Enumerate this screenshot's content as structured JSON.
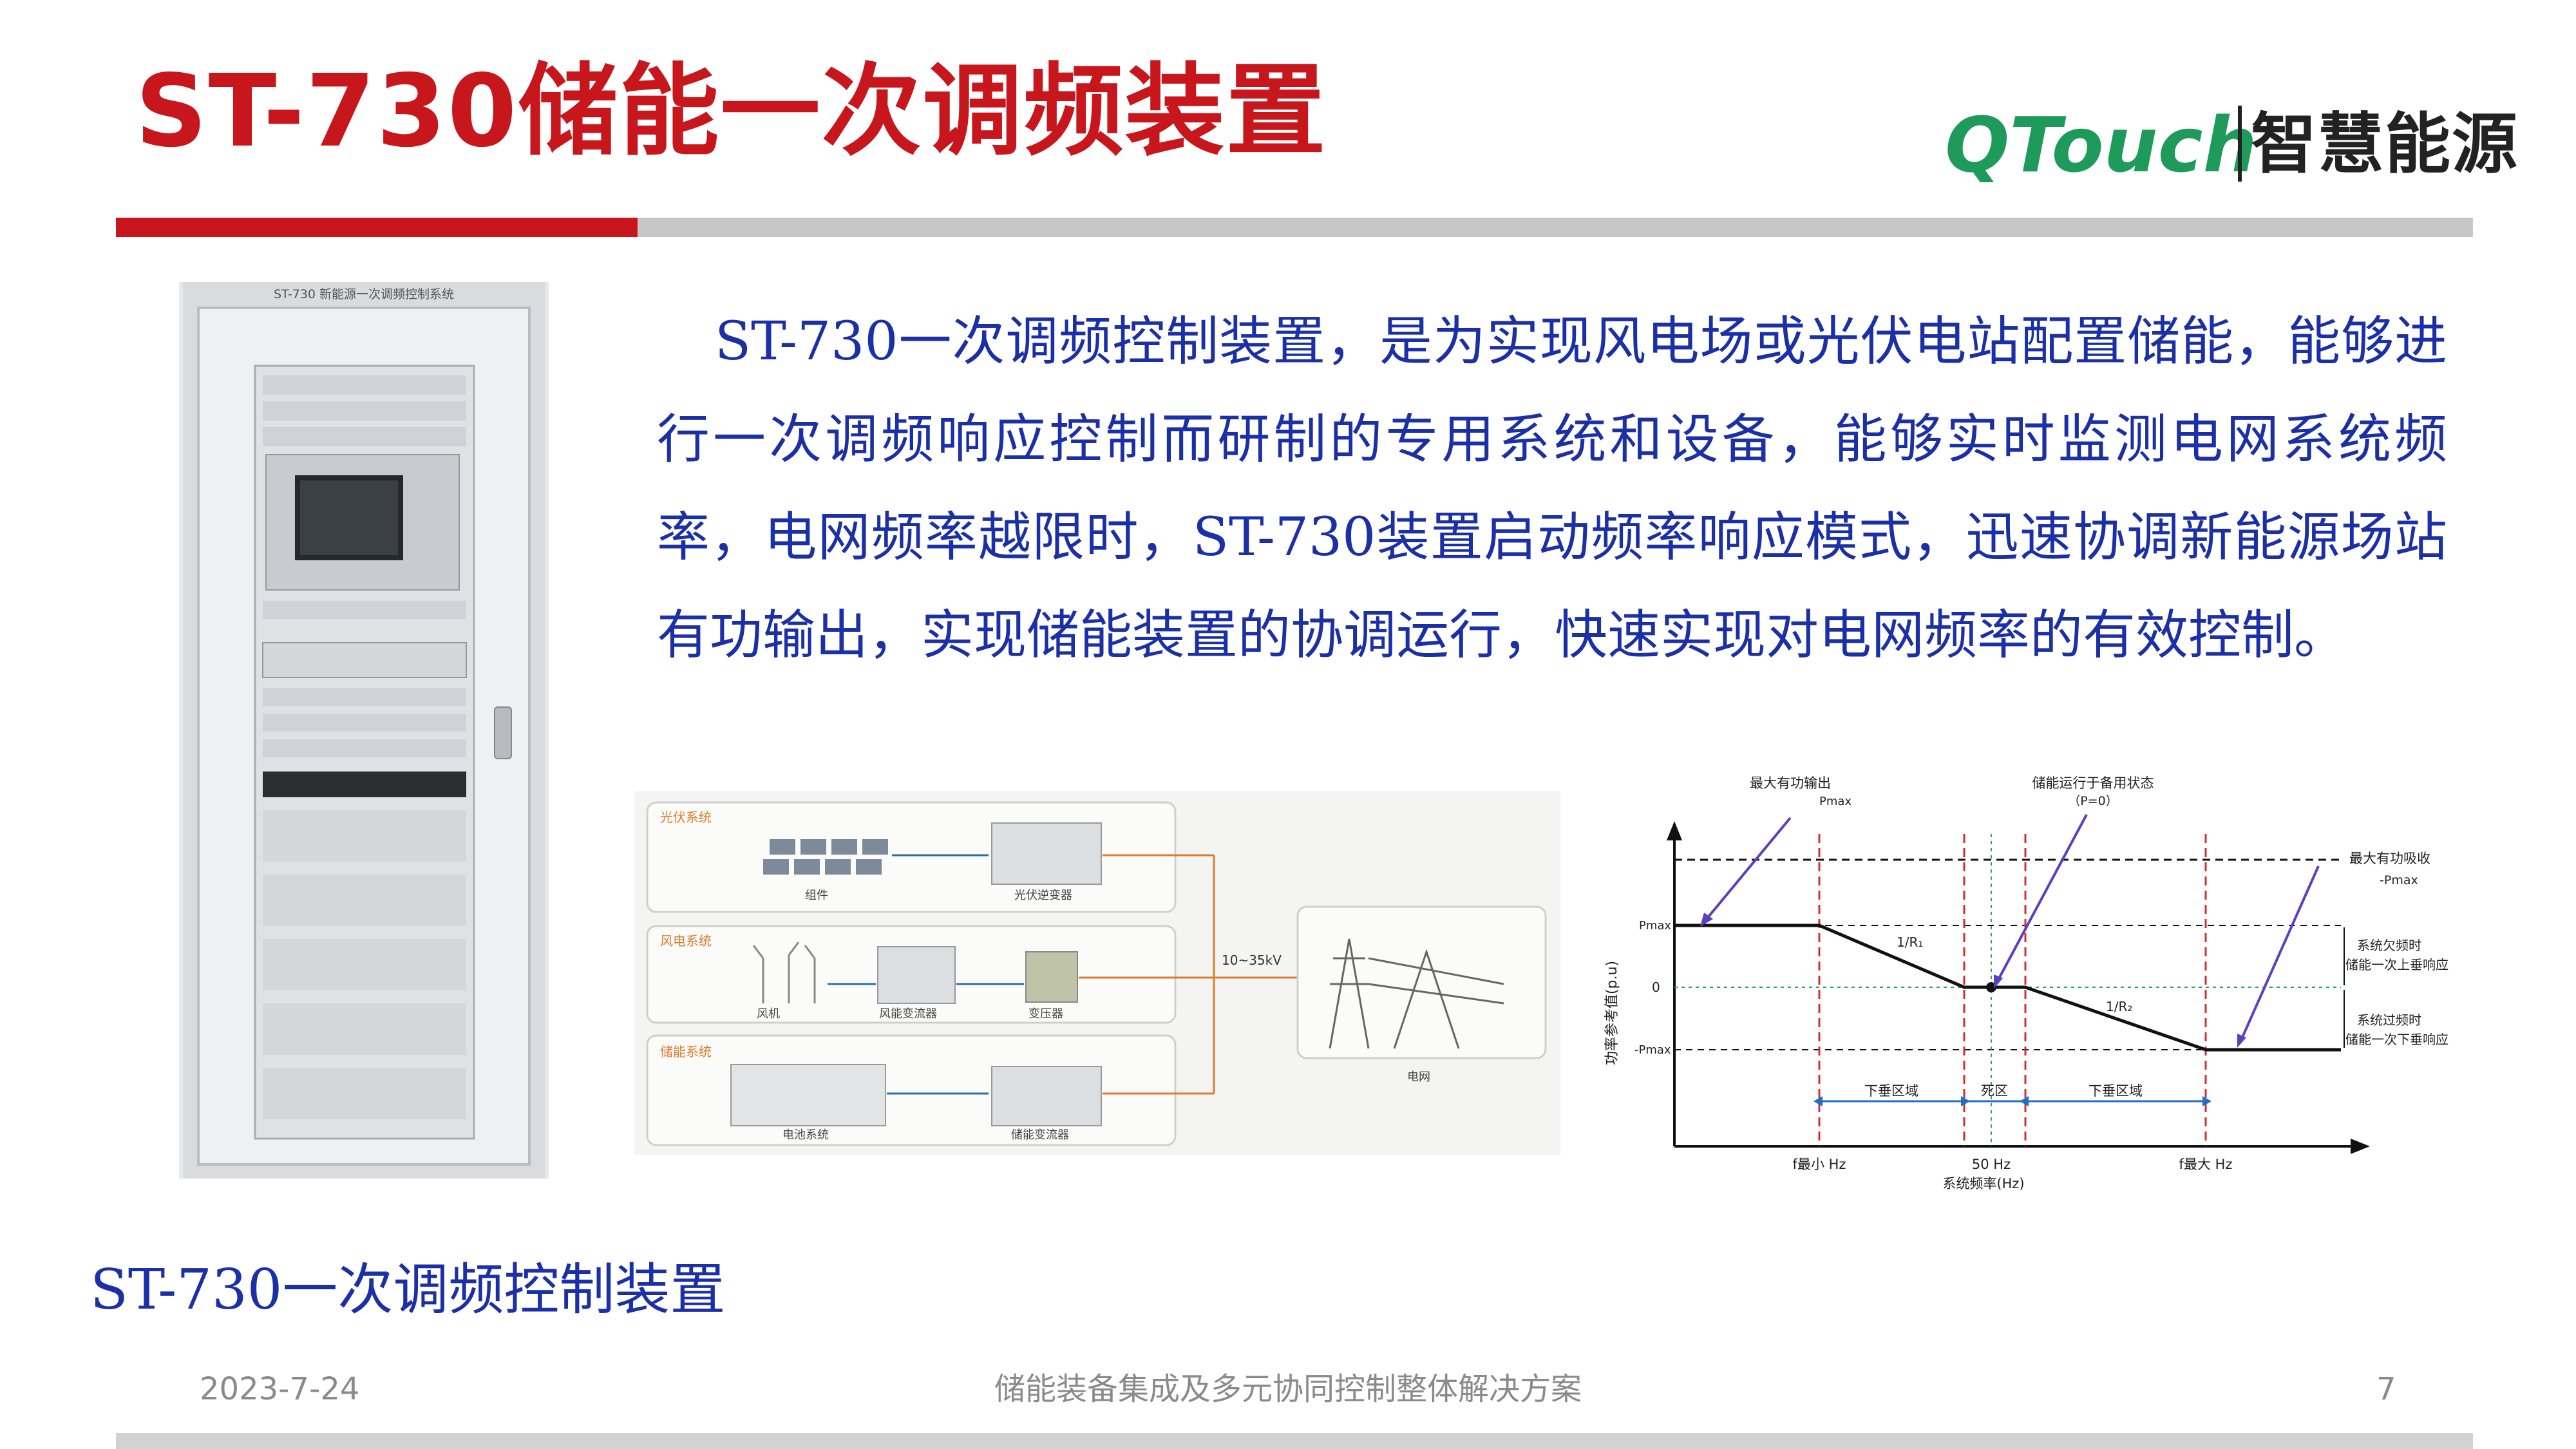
{
  "header": {
    "title": "ST-730储能一次调频装置",
    "logo_brand": "QTouch",
    "logo_tagline": "智慧能源",
    "accent_color": "#c8161d",
    "logo_color": "#1e9a5a"
  },
  "photo": {
    "panel_label": "ST-730 新能源一次调频控制系统"
  },
  "description": "ST-730一次调频控制装置，是为实现风电场或光伏电站配置储能，能够进行一次调频响应控制而研制的专用系统和设备，能够实时监测电网系统频率，电网频率越限时，ST-730装置启动频率响应模式，迅速协调新能源场站有功输出，实现储能装置的协调运行，快速实现对电网频率的有效控制。",
  "system_diagram": {
    "pv_section": "光伏系统",
    "pv_module": "组件",
    "pv_inverter": "光伏逆变器",
    "wind_section": "风电系统",
    "wind_turbine": "风机",
    "wind_converter": "风能变流器",
    "transformer": "变压器",
    "storage_section": "储能系统",
    "battery": "电池系统",
    "storage_converter": "储能变流器",
    "voltage": "10~35kV",
    "grid": "电网"
  },
  "freq_diagram": {
    "max_output": "最大有功输出",
    "p_max_top": "Pmax",
    "standby": "储能运行于备用状态",
    "p_zero": "（P=0）",
    "max_absorb": "最大有功吸收",
    "neg_pmax": "-Pmax",
    "under_freq": "系统欠频时",
    "under_freq_resp": "储能一次上垂响应",
    "over_freq": "系统过频时",
    "over_freq_resp": "储能一次下垂响应",
    "y_label": "功率参考值(p.u)",
    "y_pmax": "Pmax",
    "y_zero": "0",
    "y_neg_pmax": "-Pmax",
    "slope1": "1/R₁",
    "slope2": "1/R₂",
    "zone_left": "下垂区域",
    "zone_dead": "死区",
    "zone_right": "下垂区域",
    "f_min": "f最小 Hz",
    "f_50": "50 Hz",
    "f_max": "f最大 Hz",
    "x_label": "系统频率(Hz)"
  },
  "caption": "ST-730一次调频控制装置",
  "footer": {
    "date": "2023-7-24",
    "center": "储能装备集成及多元协同控制整体解决方案",
    "page": "7"
  }
}
